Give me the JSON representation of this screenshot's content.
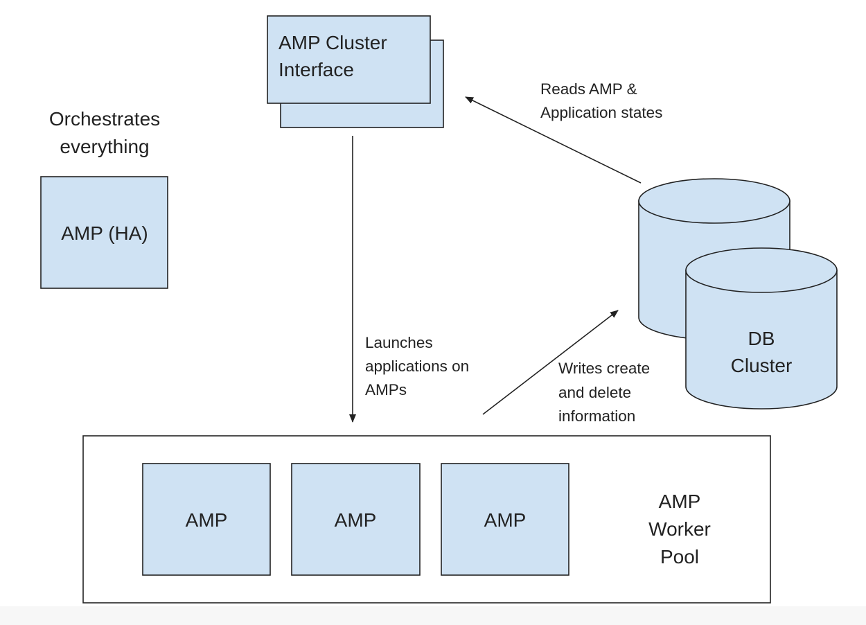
{
  "colors": {
    "node_fill": "#cfe2f3",
    "stroke": "#222222",
    "background": "#ffffff"
  },
  "nodes": {
    "amp_cluster_interface": {
      "line1": "AMP Cluster",
      "line2": "Interface"
    },
    "orchestrates_caption": {
      "line1": "Orchestrates",
      "line2": "everything"
    },
    "amp_ha": {
      "label": "AMP (HA)"
    },
    "db_cluster": {
      "line1": "DB",
      "line2": "Cluster"
    },
    "worker_pool": {
      "amps": [
        "AMP",
        "AMP",
        "AMP"
      ],
      "title_line1": "AMP",
      "title_line2": "Worker",
      "title_line3": "Pool"
    }
  },
  "edges": {
    "reads": {
      "line1": "Reads AMP &",
      "line2": "Application states"
    },
    "launches": {
      "line1": "Launches",
      "line2": "applications on",
      "line3": "AMPs"
    },
    "writes": {
      "line1": "Writes create",
      "line2": "and delete",
      "line3": "information"
    }
  }
}
